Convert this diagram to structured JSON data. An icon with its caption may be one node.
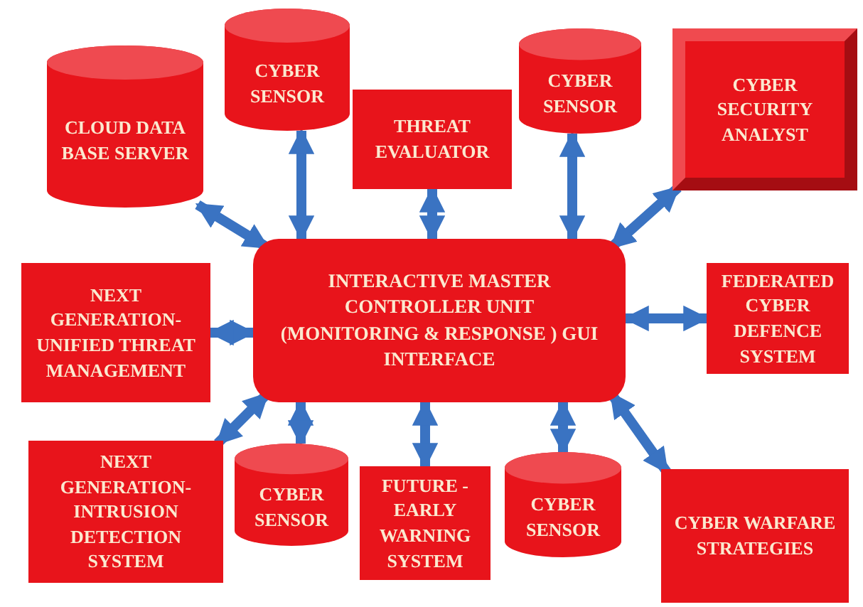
{
  "diagram": {
    "nodes": [
      {
        "text": [
          "CYBER SENSOR"
        ]
      },
      {
        "text": [
          "CYBER SENSOR"
        ]
      },
      {
        "text": [
          "CLOUD DATA BASE SERVER"
        ]
      },
      {
        "text": [
          "THREAT EVALUATOR"
        ]
      },
      {
        "text": [
          "CYBER SECURITY ANALYST"
        ]
      },
      {
        "text": [
          "INTERACTIVE MASTER CONTROLLER UNIT (MONITORING & RESPONSE ) GUI INTERFACE"
        ]
      },
      {
        "text": [
          "NEXT GENERATION- UNIFIED THREAT MANAGEMENT"
        ]
      },
      {
        "text": [
          "FEDERATED CYBER DEFENCE SYSTEM"
        ]
      },
      {
        "text": [
          "NEXT GENERATION- INTRUSION DETECTION SYSTEM"
        ]
      },
      {
        "text": [
          "CYBER SENSOR"
        ]
      },
      {
        "text": [
          "FUTURE - EARLY WARNING SYSTEM"
        ]
      },
      {
        "text": [
          "CYBER SENSOR"
        ]
      },
      {
        "text": [
          "CYBER WARFARE STRATEGIES"
        ]
      }
    ],
    "edges": [
      {
        "from": 5,
        "to": 0,
        "arrow": "both"
      },
      {
        "from": 5,
        "to": 1,
        "arrow": "both"
      },
      {
        "from": 5,
        "to": 2,
        "arrow": "both"
      },
      {
        "from": 5,
        "to": 3,
        "arrow": "both"
      },
      {
        "from": 5,
        "to": 4,
        "arrow": "both"
      },
      {
        "from": 5,
        "to": 6,
        "arrow": "both"
      },
      {
        "from": 5,
        "to": 7,
        "arrow": "both"
      },
      {
        "from": 5,
        "to": 8,
        "arrow": "both"
      },
      {
        "from": 5,
        "to": 9,
        "arrow": "both"
      },
      {
        "from": 5,
        "to": 10,
        "arrow": "both"
      },
      {
        "from": 5,
        "to": 11,
        "arrow": "both"
      },
      {
        "from": 5,
        "to": 12,
        "arrow": "both"
      }
    ]
  }
}
